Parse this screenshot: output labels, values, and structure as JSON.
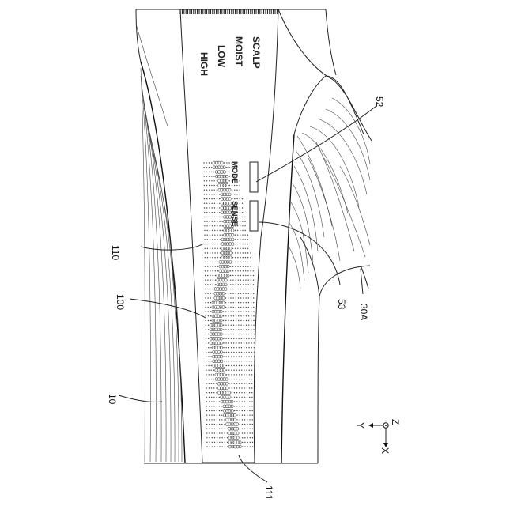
{
  "device": {
    "mode_labels": [
      "HIGH",
      "LOW",
      "MOIST",
      "SCALP"
    ],
    "button_labels": [
      "MODE",
      "SENSE"
    ]
  },
  "reference_labels": {
    "body": "10",
    "panel": "100",
    "zone_upper": "110",
    "zone_lower": "111",
    "head": "30A",
    "switch_mode": "52",
    "switch_sense": "53"
  },
  "axes": {
    "y": "Y",
    "x": "X",
    "z": "Z"
  }
}
